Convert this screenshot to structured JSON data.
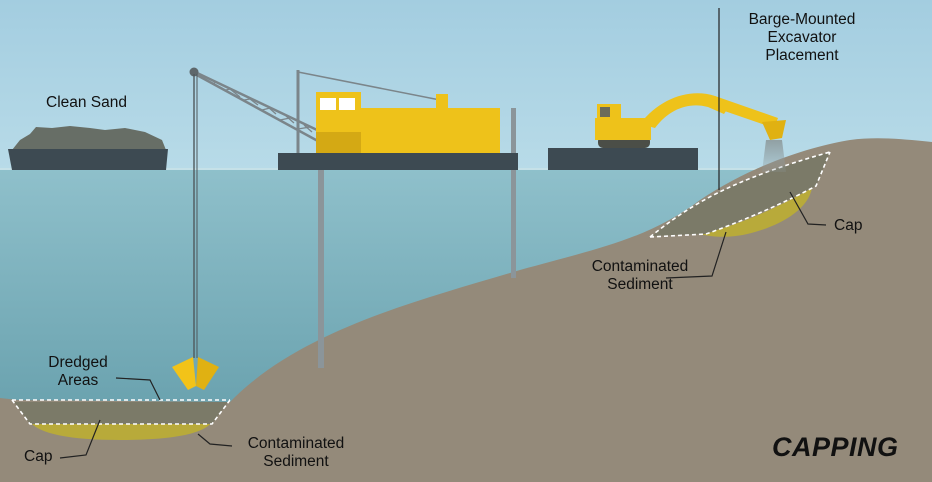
{
  "title": "CAPPING",
  "labels": {
    "clean_sand": "Clean Sand",
    "barge_excavator": [
      "Barge-Mounted",
      "Excavator",
      "Placement"
    ],
    "dredged_areas": [
      "Dredged",
      "Areas"
    ],
    "cap_left": "Cap",
    "contaminated_left": [
      "Contaminated",
      "Sediment"
    ],
    "cap_right": "Cap",
    "contaminated_right": [
      "Contaminated",
      "Sediment"
    ]
  },
  "colors": {
    "sky": "#a6cfe0",
    "water": "#6fa7b3",
    "ground": "#948a7a",
    "cap": "#7b7a68",
    "contaminated": "#b8aa3a",
    "equipment": "#eec21a",
    "barge": "#3d4a52"
  }
}
